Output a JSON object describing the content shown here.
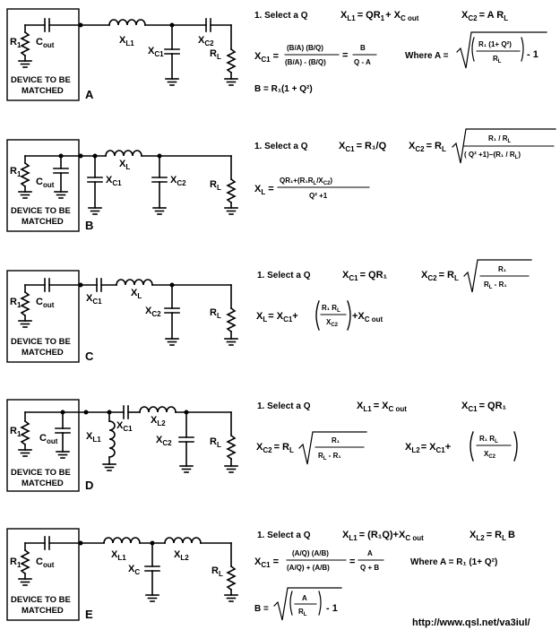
{
  "url": "http://www.qsl.net/va3iul/",
  "sections": [
    {
      "letter": "A",
      "box_line1": "DEVICE TO BE",
      "box_line2": "MATCHED",
      "components": {
        "R1": "R",
        "R1_sub": "1",
        "Cout": "C",
        "Cout_sub": "out",
        "XL1": "X",
        "XL1_sub": "L1",
        "XC1": "X",
        "XC1_sub": "C1",
        "XC2": "X",
        "XC2_sub": "C2",
        "RL": "R",
        "RL_sub": "L"
      },
      "equations": {
        "step": "1.  Select a Q",
        "xl1_lhs": "X",
        "xl1_lhs_sub": "L1",
        "xl1_rhs": "= QR",
        "xl1_rhs_sub": "1",
        "xl1_rhs2": "+ X",
        "xl1_rhs2_sub": "C out",
        "xc2_lhs": "X",
        "xc2_lhs_sub": "C2",
        "xc2_rhs": "= A  R",
        "xc2_rhs_sub": "L",
        "xc1_lhs": "X",
        "xc1_lhs_sub": "C1",
        "xc1_num": "(B/A) (B/Q)",
        "xc1_den": "(B/A) - (B/Q)",
        "xc1_num2": "B",
        "xc1_den2": "Q - A",
        "where": "Where  A =",
        "a_num": "R₁ (1+ Q²)",
        "a_den": "R",
        "a_den_sub": "L",
        "a_tail": "- 1",
        "b_eq": "B = R₁(1 + Q²)"
      }
    },
    {
      "letter": "B",
      "box_line1": "DEVICE TO BE",
      "box_line2": "MATCHED",
      "components": {
        "R1": "R",
        "R1_sub": "1",
        "Cout": "C",
        "Cout_sub": "out",
        "XC1": "X",
        "XC1_sub": "C1",
        "XL": "X",
        "XL_sub": "L",
        "XC2": "X",
        "XC2_sub": "C2",
        "RL": "R",
        "RL_sub": "L"
      },
      "equations": {
        "step": "1.  Select a Q",
        "xc1_lhs": "X",
        "xc1_lhs_sub": "C1",
        "xc1_rhs": "= R₁/Q",
        "xc2_lhs": "X",
        "xc2_lhs_sub": "C2",
        "xc2_rhs": "= R",
        "xc2_rhs_sub": "L",
        "xc2_num": "R₁ / R",
        "xc2_num_sub": "L",
        "xc2_den": "( Q² +1)−(R₁ / R",
        "xc2_den_sub": "L",
        "xc2_den_tail": ")",
        "xl_lhs": "X",
        "xl_lhs_sub": "L",
        "xl_num": "QR₁+(R₁R",
        "xl_num_sub": "L",
        "xl_num_tail": "/X",
        "xl_num_sub2": "C2",
        "xl_num_end": ")",
        "xl_den": "Q² +1"
      }
    },
    {
      "letter": "C",
      "box_line1": "DEVICE TO BE",
      "box_line2": "MATCHED",
      "components": {
        "R1": "R",
        "R1_sub": "1",
        "Cout": "C",
        "Cout_sub": "out",
        "XC1": "X",
        "XC1_sub": "C1",
        "XL": "X",
        "XL_sub": "L",
        "XC2": "X",
        "XC2_sub": "C2",
        "RL": "R",
        "RL_sub": "L"
      },
      "equations": {
        "step": "1.  Select a Q",
        "xc1_lhs": "X",
        "xc1_lhs_sub": "C1",
        "xc1_rhs": "= QR₁",
        "xc2_lhs": "X",
        "xc2_lhs_sub": "C2",
        "xc2_rhs": "= R",
        "xc2_rhs_sub": "L",
        "xc2_num": "R₁",
        "xc2_den": "R",
        "xc2_den_sub": "L",
        "xc2_den_tail": " - R₁",
        "xl_lhs": "X",
        "xl_lhs_sub": "L",
        "xl_rhs": "= X",
        "xl_rhs_sub": "C1",
        "xl_plus": "+",
        "xl_num": "R₁ R",
        "xl_num_sub": "L",
        "xl_den": "X",
        "xl_den_sub": "C2",
        "xl_tail": "+X",
        "xl_tail_sub": "C out"
      }
    },
    {
      "letter": "D",
      "box_line1": "DEVICE TO BE",
      "box_line2": "MATCHED",
      "components": {
        "R1": "R",
        "R1_sub": "1",
        "Cout": "C",
        "Cout_sub": "out",
        "XL1": "X",
        "XL1_sub": "L1",
        "XC1": "X",
        "XC1_sub": "C1",
        "XL2": "X",
        "XL2_sub": "L2",
        "XC2": "X",
        "XC2_sub": "C2",
        "RL": "R",
        "RL_sub": "L"
      },
      "equations": {
        "step": "1.  Select a Q",
        "xl1_lhs": "X",
        "xl1_lhs_sub": "L1",
        "xl1_rhs": "= X",
        "xl1_rhs_sub": "C out",
        "xc1_lhs": "X",
        "xc1_lhs_sub": "C1",
        "xc1_rhs": "= QR₁",
        "xc2_lhs": "X",
        "xc2_lhs_sub": "C2",
        "xc2_rhs": "= R",
        "xc2_rhs_sub": "L",
        "xc2_num": "R₁",
        "xc2_den": "R",
        "xc2_den_sub": "L",
        "xc2_den_tail": " - R₁",
        "xl2_lhs": "X",
        "xl2_lhs_sub": "L2",
        "xl2_rhs": "= X",
        "xl2_rhs_sub": "C1",
        "xl2_plus": "+",
        "xl2_num": "R₁ R",
        "xl2_num_sub": "L",
        "xl2_den": "X",
        "xl2_den_sub": "C2"
      }
    },
    {
      "letter": "E",
      "box_line1": "DEVICE TO BE",
      "box_line2": "MATCHED",
      "components": {
        "R1": "R",
        "R1_sub": "1",
        "Cout": "C",
        "Cout_sub": "out",
        "XL1": "X",
        "XL1_sub": "L1",
        "XC": "X",
        "XC_sub": "C",
        "XL2": "X",
        "XL2_sub": "L2",
        "RL": "R",
        "RL_sub": "L"
      },
      "equations": {
        "step": "1.  Select a Q",
        "xl1_lhs": "X",
        "xl1_lhs_sub": "L1",
        "xl1_rhs": "= (R₁Q)+X",
        "xl1_rhs_sub": "C out",
        "xl2_lhs": "X",
        "xl2_lhs_sub": "L2",
        "xl2_rhs": "= R",
        "xl2_rhs_sub": "L",
        "xl2_tail": "B",
        "xc1_lhs": "X",
        "xc1_lhs_sub": "C1",
        "xc1_num": "(A/Q) (A/B)",
        "xc1_den": "(A/Q) + (A/B)",
        "xc1_num2": "A",
        "xc1_den2": "Q + B",
        "where": "Where  A  =  R₁ (1+ Q²)",
        "b_lhs": "B =",
        "b_num": "A",
        "b_den": "R",
        "b_den_sub": "L",
        "b_tail": "- 1"
      }
    }
  ]
}
